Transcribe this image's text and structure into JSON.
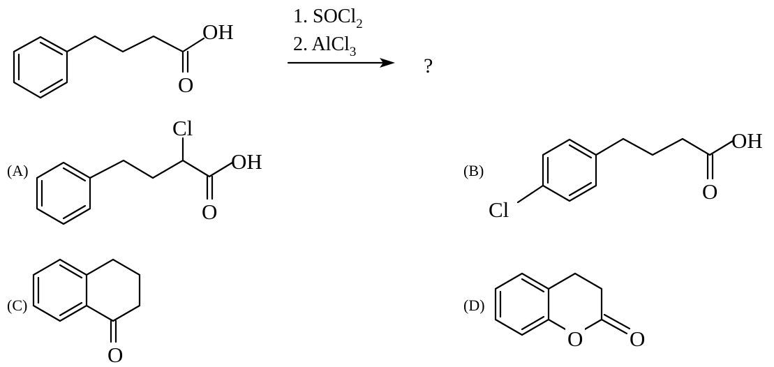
{
  "reaction": {
    "reagent_step1_prefix": "1. SOCl",
    "reagent_step1_sub": "2",
    "reagent_step2_prefix": "2. AlCl",
    "reagent_step2_sub": "3",
    "product_placeholder": "?"
  },
  "reactant": {
    "oh": "OH",
    "o": "O"
  },
  "options": [
    {
      "label": "(A)",
      "atoms": {
        "cl": "Cl",
        "oh": "OH",
        "o": "O"
      }
    },
    {
      "label": "(B)",
      "atoms": {
        "cl": "Cl",
        "oh": "OH",
        "o": "O"
      }
    },
    {
      "label": "(C)",
      "atoms": {
        "o": "O"
      }
    },
    {
      "label": "(D)",
      "atoms": {
        "ring_o": "O",
        "o": "O"
      }
    }
  ]
}
